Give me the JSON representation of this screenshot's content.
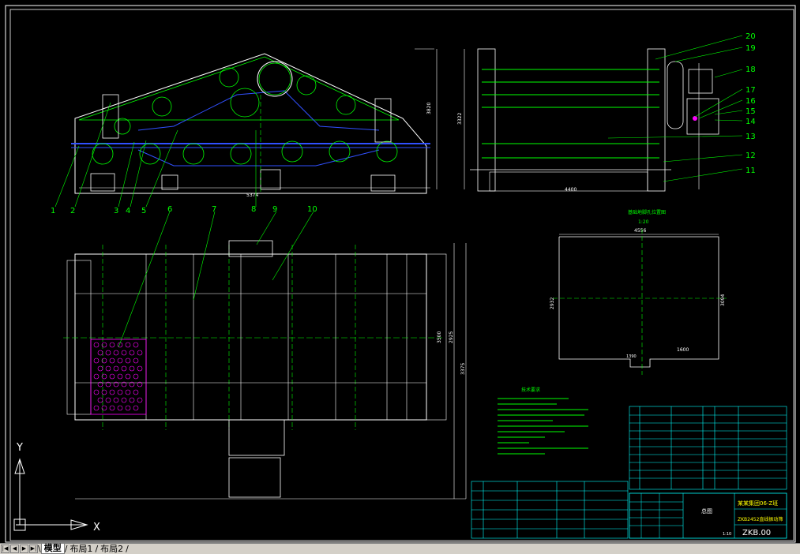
{
  "app": {
    "accent": "#00ff00"
  },
  "layout_tabs": [
    {
      "label": "模型",
      "active": true
    },
    {
      "label": "布局1",
      "active": false
    },
    {
      "label": "布局2",
      "active": false
    }
  ],
  "nav_buttons": [
    "|◀",
    "◀",
    "▶",
    "▶|"
  ],
  "ucs": {
    "x_label": "X",
    "y_label": "Y"
  },
  "callouts": [
    "1",
    "2",
    "3",
    "4",
    "5",
    "6",
    "7",
    "8",
    "9",
    "10",
    "11",
    "12",
    "13",
    "14",
    "15",
    "16",
    "17",
    "18",
    "19",
    "20"
  ],
  "dimensions": {
    "front_height": "3820",
    "front_length": "5374",
    "side_height": "3322",
    "side_width": "4400",
    "plan_inner": "3500",
    "plan_outer": "2925",
    "plan_length": "3375",
    "found_top": "4556",
    "found_left": "2932",
    "found_right": "3094",
    "found_bottom": "1600",
    "found_note": "1390"
  },
  "foundation_title": "基础地脚孔位置图",
  "foundation_scale": "1:20",
  "tech_req_title": "技术要求",
  "title_block": {
    "drawing_name": "总图",
    "company": "某某集团06-Z班",
    "model": "ZKB2452直线振动筛",
    "code": "ZKB.00",
    "scale": "1:10"
  }
}
